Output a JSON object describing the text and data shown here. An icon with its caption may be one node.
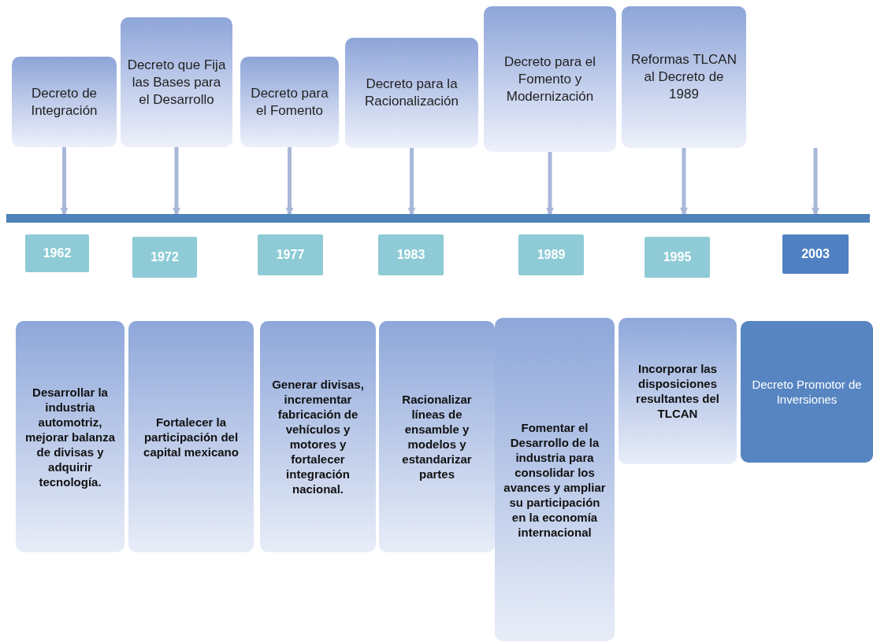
{
  "diagram": {
    "nodes": [
      {
        "text": [
          "Decreto de Integración"
        ]
      },
      {
        "text": [
          "Decreto que Fija las Bases para el Desarrollo"
        ]
      },
      {
        "text": [
          "Decreto para el Fomento"
        ]
      },
      {
        "text": [
          "Decreto para la Racionalización"
        ]
      },
      {
        "text": [
          "Decreto para el Fomento y Modernización"
        ]
      },
      {
        "text": [
          "Reformas TLCAN al Decreto de 1989"
        ]
      },
      {
        "text": [],
        "shape": "bar"
      },
      {
        "text": [
          "1962"
        ]
      },
      {
        "text": [
          "1972"
        ]
      },
      {
        "text": [
          "1977"
        ]
      },
      {
        "text": [
          "1983"
        ]
      },
      {
        "text": [
          "1989"
        ]
      },
      {
        "text": [
          "1995"
        ]
      },
      {
        "text": [
          "2003"
        ]
      },
      {
        "text": [
          "Desarrollar la industria automotriz, mejorar balanza de divisas y adquirir tecnología."
        ]
      },
      {
        "text": [
          "Fortalecer la participación del capital mexicano"
        ]
      },
      {
        "text": [
          "Generar divisas, incrementar fabricación de vehículos y motores y fortalecer integración nacional."
        ]
      },
      {
        "text": [
          "Racionalizar líneas de ensamble y modelos y estandarizar partes"
        ]
      },
      {
        "text": [
          "Fomentar el Desarrollo de la industria para consolidar los avances y ampliar su participación en la economía internacional"
        ]
      },
      {
        "text": [
          "Incorporar las disposiciones resultantes del TLCAN"
        ]
      },
      {
        "text": [
          "Decreto Promotor de Inversiones"
        ]
      }
    ],
    "edges": [
      {
        "from": 0,
        "to": 6,
        "arrow": "to"
      },
      {
        "from": 1,
        "to": 6,
        "arrow": "to"
      },
      {
        "from": 2,
        "to": 6,
        "arrow": "to"
      },
      {
        "from": 3,
        "to": 6,
        "arrow": "to"
      },
      {
        "from": 4,
        "to": 6,
        "arrow": "to"
      },
      {
        "from": 5,
        "to": 6,
        "arrow": "to"
      },
      {
        "from": null,
        "to": 6,
        "arrow": "to"
      }
    ]
  }
}
